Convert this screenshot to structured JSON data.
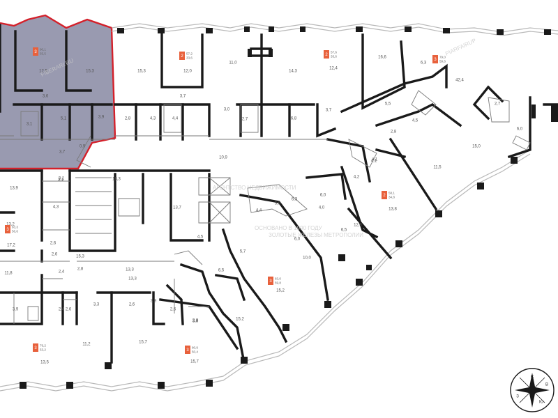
{
  "plan": {
    "highlight_color": "#8e8fa7",
    "outline_color": "#d4202a",
    "badge_color": "#e8613c",
    "wall_color": "#1a1a1a"
  },
  "watermark": {
    "agency": "АГЕНТСТВО НЕДВИЖИМОСТИ",
    "line2": "ОСНОВАНО В 1990 ГОДУ",
    "line3": "ЗОЛОТЫЕ ЖЕЛЕЗЫ МЕТРОПОЛИИ",
    "brand_left": "FIBERARI.RU",
    "brand_top": "PIARFAIRUP"
  },
  "compass": {
    "n": "С",
    "e": "В",
    "s": "Ю",
    "w": "З"
  },
  "apartments": [
    {
      "rooms": "3",
      "total": "80,1",
      "living": "55,5"
    },
    {
      "rooms": "2",
      "total": "57,2",
      "living": "33,6"
    },
    {
      "rooms": "2",
      "total": "57,6",
      "living": "33,6"
    },
    {
      "rooms": "3",
      "total": "79,0",
      "living": "59,6"
    },
    {
      "rooms": "2",
      "total": "58,1",
      "living": "34,8"
    },
    {
      "rooms": "3",
      "total": "83,0",
      "living": "59,8"
    },
    {
      "rooms": "3",
      "total": "80,9",
      "living": "50,4"
    },
    {
      "rooms": "3",
      "total": "79,2",
      "living": "53,2"
    },
    {
      "rooms": "3",
      "total": "83,3",
      "living": "56,6"
    }
  ],
  "areas": [
    "12,5",
    "15,3",
    "3,6",
    "3,1",
    "5,1",
    "3,9",
    "15,3",
    "12,0",
    "3,7",
    "2,8",
    "4,3",
    "4,4",
    "11,0",
    "3,0",
    "2,7",
    "14,3",
    "6,8",
    "3,7",
    "12,4",
    "16,6",
    "6,3",
    "42,4",
    "5,5",
    "4,5",
    "2,7",
    "6,0",
    "15,0",
    "2,8",
    "4,1",
    "3,7",
    "10,9",
    "13,9",
    "3,1",
    "18,3",
    "13,7",
    "4,3",
    "13,2",
    "2,6",
    "17,2",
    "11,8",
    "2,4",
    "3,3",
    "2,6",
    "3,9",
    "13,3",
    "2,6",
    "3,9",
    "13,3",
    "11,2",
    "13,5",
    "15,7",
    "4,5",
    "2,6",
    "3,8",
    "15,2",
    "15,7",
    "6,0",
    "4,4",
    "5,8",
    "5,7",
    "6,5",
    "10,0",
    "6,0",
    "15,2",
    "4,2",
    "4,1",
    "11,5",
    "13,8",
    "12,8",
    "6,5",
    "4,0",
    "2,6",
    "15,3",
    "2,4",
    "2,8",
    "6,3",
    "3,1",
    "2,8",
    "0,9"
  ]
}
